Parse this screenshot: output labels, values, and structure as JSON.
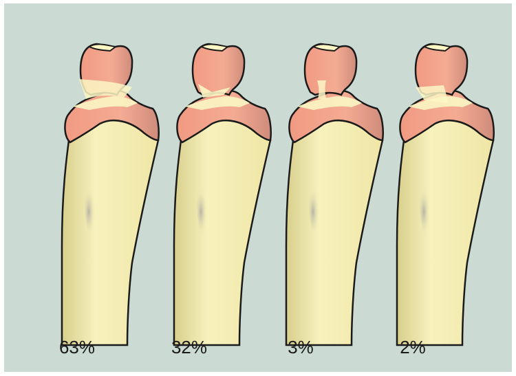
{
  "figures": [
    {
      "percent_label": "63%"
    },
    {
      "percent_label": "32%"
    },
    {
      "percent_label": "3%"
    },
    {
      "percent_label": "2%"
    }
  ],
  "colors": {
    "background": "#cbdad3",
    "bone": "#f6f0b6",
    "bone_shade": "#e3da9a",
    "physis": "#f2a48c",
    "physis_shade": "#d98f7a",
    "cartilage": "#fbf6c4",
    "outline": "#1a1a1a"
  }
}
